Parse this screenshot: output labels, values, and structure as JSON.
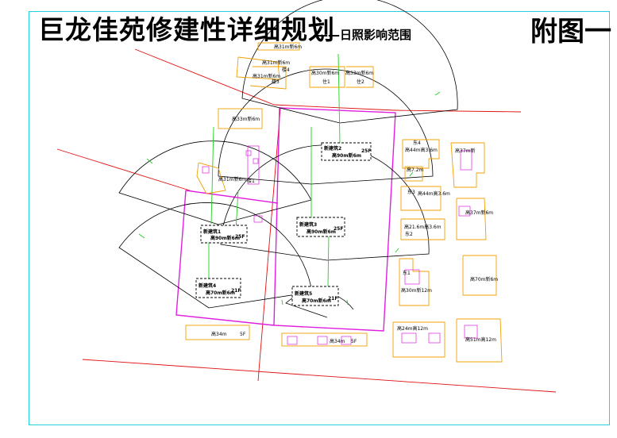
{
  "title": "巨龙佳苑修建性详细规划",
  "subtitle": "——日照影响范围",
  "figure_no": "附图一",
  "colors": {
    "frame": "#23d0dc",
    "boundary": "#e020e0",
    "road": "#e01010",
    "existing": "#f0a000",
    "shadow_fan": "#000000",
    "sun_line": "#20d020"
  },
  "labels": {
    "n1": "高31m新6m",
    "n2": "高31m新6m",
    "n3": "高31m新6m",
    "n4": "楼4",
    "n5": "楼3",
    "n6": "高30m新6m",
    "n7": "住1",
    "n8": "高33m新6m",
    "n9": "住2",
    "n10": "高33m新6m",
    "n11": "高31m新6m",
    "n12": "楼1",
    "e1": "东4",
    "e2": "高44m高3.6m",
    "e3": "高37m新",
    "e4": "高7.2m",
    "e5": "东3",
    "e6": "高44m高3.6m",
    "e7": "高37m新6m",
    "e8": "东2",
    "e9": "高21.6m高3.6m",
    "e10": "东1",
    "e11": "高30m新12m",
    "e12": "高70m新6m",
    "e13": "高24m高12m",
    "e14": "高51m高12m",
    "s1": "高34m",
    "s2": "5F",
    "s3": "高34m",
    "s4": "5F",
    "b1a": "新建筑2",
    "b1b": "高90m新6m",
    "b1c": "25F",
    "b2a": "新建筑1",
    "b2b": "高90m新6m",
    "b2c": "25F",
    "b3a": "新建筑3",
    "b3b": "高90m新6m",
    "b3c": "25F",
    "b4a": "新建筑4",
    "b4b": "高70m新6m",
    "b4c": "21F",
    "b5a": "新建筑5",
    "b5b": "高70m新6m",
    "b5c": "21F"
  }
}
